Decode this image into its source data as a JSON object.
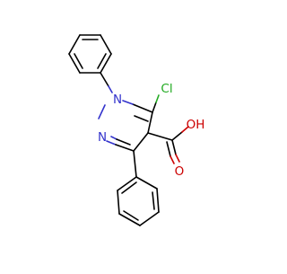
{
  "molecule": {
    "atoms": {
      "n1": "N",
      "n2": "N",
      "cl": "Cl",
      "oh": "OH",
      "o": "O"
    },
    "colors": {
      "carbon": "#000000",
      "nitrogen": "#3333cc",
      "oxygen": "#cc0000",
      "chlorine": "#22aa22"
    }
  }
}
